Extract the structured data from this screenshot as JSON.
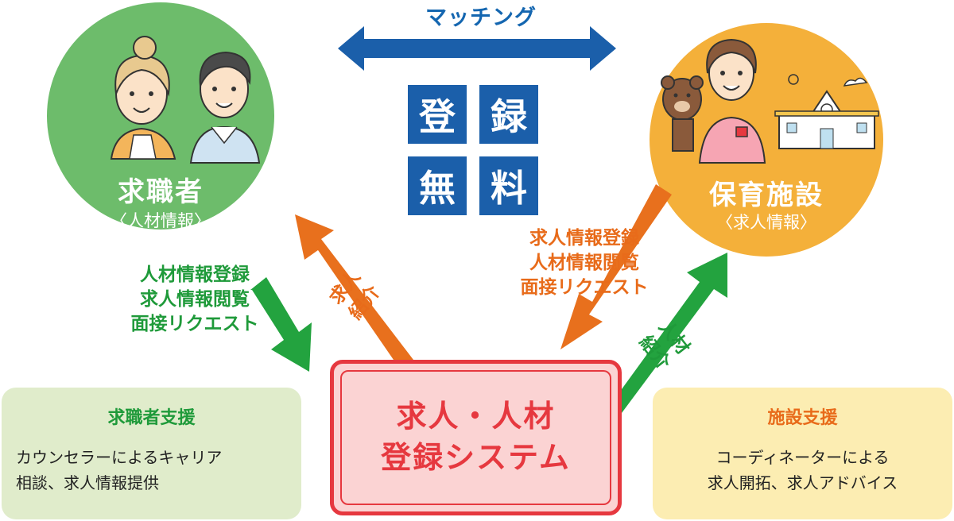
{
  "header": {
    "matching": "マッチング"
  },
  "registration": {
    "c1": "登",
    "c2": "録",
    "c3": "無",
    "c4": "料"
  },
  "job_seeker": {
    "title": "求職者",
    "subtitle": "〈人材情報〉"
  },
  "facility": {
    "title": "保育施設",
    "subtitle": "〈求人情報〉"
  },
  "left_arrow_label": {
    "line1": "人材情報登録",
    "line2": "求人情報閲覧",
    "line3": "面接リクエスト"
  },
  "job_intro_label": {
    "line1": "求人",
    "line2": "紹介"
  },
  "right_arrow_label": {
    "line1": "求人情報登録",
    "line2": "人材情報閲覧",
    "line3": "面接リクエスト"
  },
  "talent_intro_label": {
    "line1": "人材",
    "line2": "紹介"
  },
  "system": {
    "line1": "求人・人材",
    "line2": "登録システム"
  },
  "seeker_support": {
    "title": "求職者支援",
    "line1": "カウンセラーによるキャリア",
    "line2": "相談、求人情報提供"
  },
  "facility_support": {
    "title": "施設支援",
    "line1": "コーディネーターによる",
    "line2": "求人開拓、求人アドバイス"
  },
  "colors": {
    "green_circle": "#6dbc6b",
    "orange_circle": "#f4b03a",
    "blue": "#1b5faa",
    "green_arrow": "#23a33f",
    "orange_arrow": "#e8701d",
    "red": "#e6383f",
    "green_box": "#e0eccb",
    "yellow_box": "#fcedb2"
  }
}
